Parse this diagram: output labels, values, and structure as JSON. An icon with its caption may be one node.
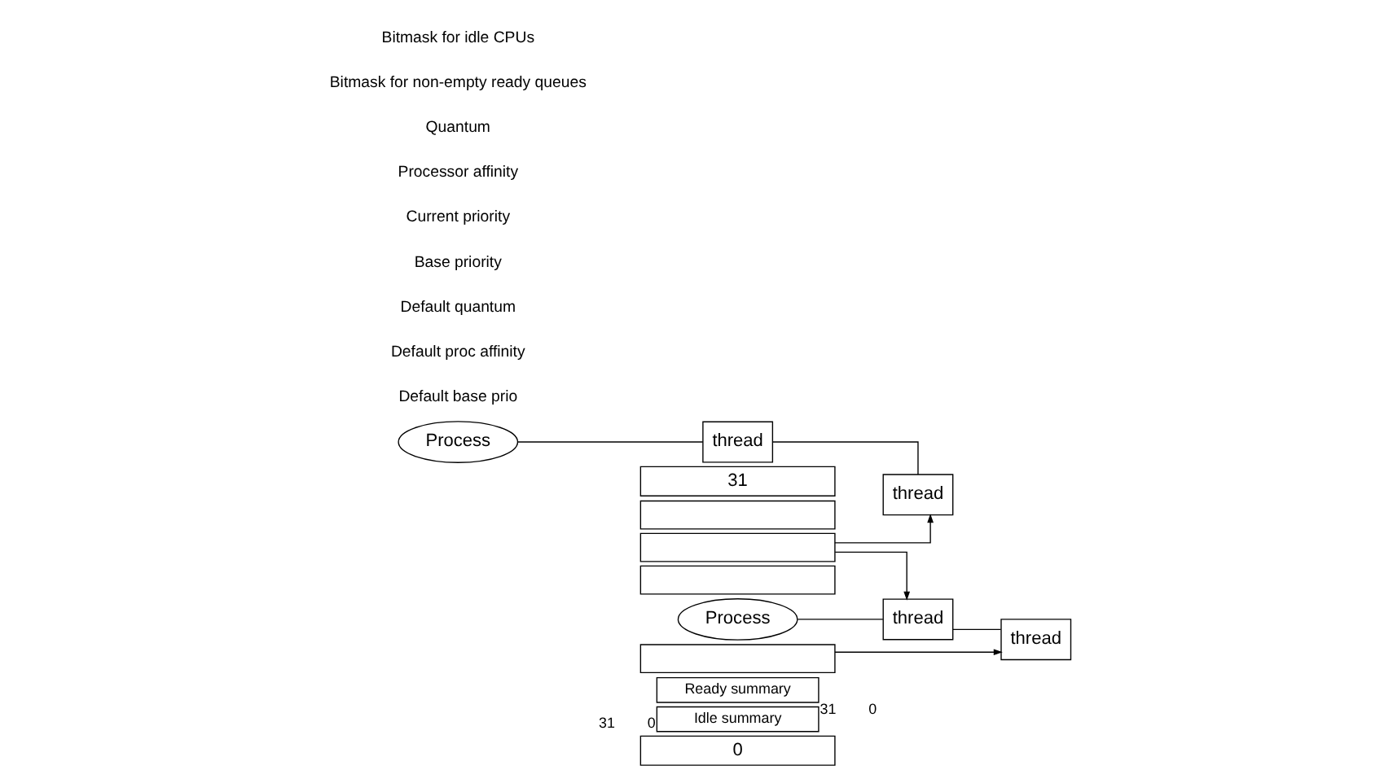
{
  "diagram": {
    "nodes": [
      {
        "text": [
          "Process"
        ]
      },
      {
        "text": [
          "thread"
        ]
      },
      {
        "text": [
          "thread"
        ]
      },
      {
        "text": [
          "Process"
        ]
      },
      {
        "text": [
          "thread"
        ]
      },
      {
        "text": [
          "thread"
        ]
      },
      {
        "text": [
          "31"
        ]
      },
      {
        "text": [],
        "shape": "box"
      },
      {
        "text": [],
        "shape": "box"
      },
      {
        "text": [],
        "shape": "box"
      },
      {
        "text": [],
        "shape": "box"
      },
      {
        "text": [
          "0"
        ]
      },
      {
        "text": [
          "Ready summary"
        ],
        "beside": [
          "31",
          "0"
        ]
      },
      {
        "text": [
          "Idle summary"
        ],
        "beside": [
          "31",
          "0"
        ]
      }
    ],
    "edges": [
      {
        "from": 0,
        "to": 1,
        "arrow": "none"
      },
      {
        "from": 1,
        "to": 2,
        "arrow": "none"
      },
      {
        "from": 3,
        "to": 4,
        "arrow": "none"
      },
      {
        "from": 4,
        "to": 5,
        "arrow": "none"
      },
      {
        "from": 8,
        "to": 5,
        "arrow": "to"
      },
      {
        "from": 8,
        "to": 1,
        "arrow": "to"
      },
      {
        "from": 10,
        "to": 2,
        "arrow": "to"
      }
    ],
    "labels": [
      "Default base prio",
      "Default proc affinity",
      "Default quantum",
      "Base priority",
      "Current priority",
      "Processor affinity",
      "Quantum",
      "Bitmask for non-empty ready queues",
      "Bitmask for idle CPUs"
    ]
  }
}
